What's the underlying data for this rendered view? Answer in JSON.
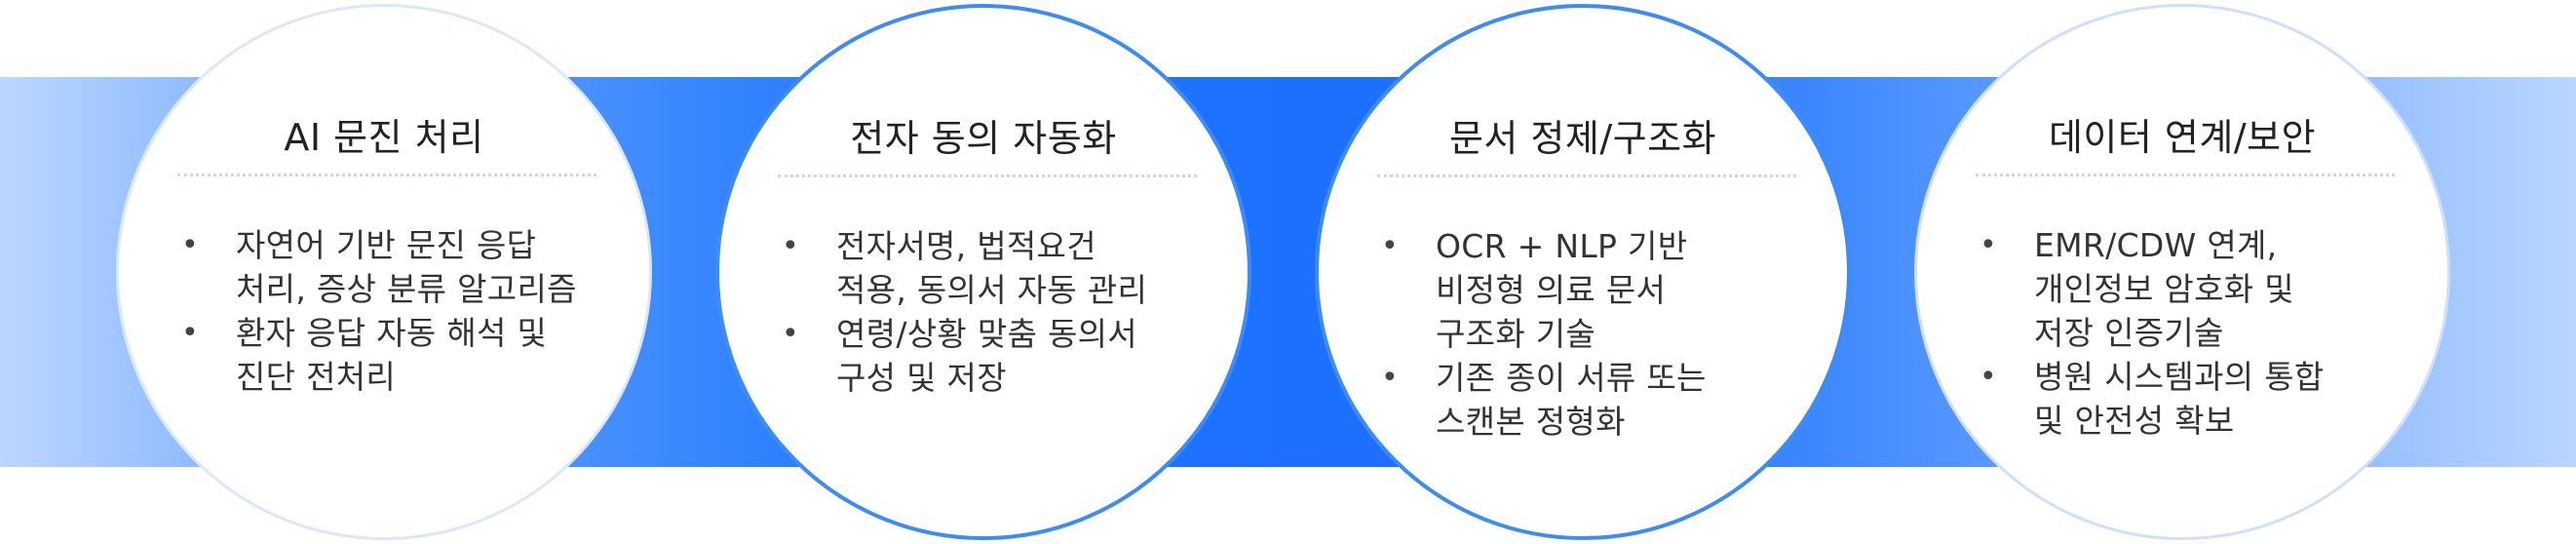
{
  "colors": {
    "band_start": "#bcd7ff",
    "band_center": "#1d72ff",
    "band_end": "#bad6ff",
    "circle_border_active": "#3d8cf5",
    "circle_border_light": "#dbe8fb",
    "divider": "#c4d9f6"
  },
  "steps": [
    {
      "title": "AI 문진 처리",
      "bullets": [
        "자연어 기반 문진 응답\n처리, 증상 분류 알고리즘",
        "환자 응답 자동 해석 및\n진단 전처리"
      ]
    },
    {
      "title": "전자 동의 자동화",
      "bullets": [
        "전자서명, 법적요건\n적용, 동의서 자동 관리",
        "연령/상황 맞춤 동의서\n구성 및 저장"
      ]
    },
    {
      "title": "문서 정제/구조화",
      "bullets": [
        "OCR + NLP 기반\n비정형 의료 문서\n구조화 기술",
        "기존 종이 서류 또는\n스캔본 정형화"
      ]
    },
    {
      "title": "데이터 연계/보안",
      "bullets": [
        "EMR/CDW 연계,\n개인정보 암호화 및\n저장 인증기술",
        "병원 시스템과의 통합\n및 안전성 확보"
      ]
    }
  ]
}
